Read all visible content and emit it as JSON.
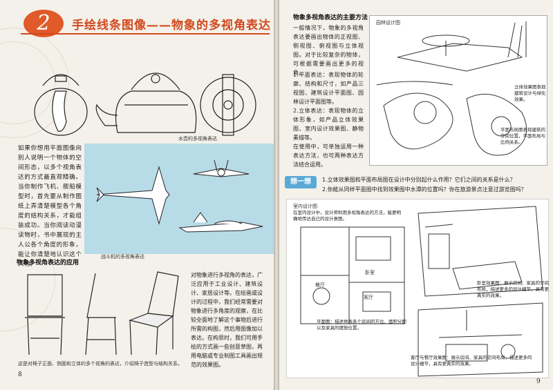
{
  "left_page": {
    "chapter_number": "2",
    "chapter_title": "手绘线条图像——物象的多视角表达",
    "kettle_caption": "水壶的多视角表达",
    "jet_caption": "战斗机的多视角表达",
    "intro_text": "如果你想用平面图像向别人说明一个物体的空间形态，以多个视角表达的方式最直观精确。当你制作飞机、舰船模型时，首先要从制作图纸上弄清楚模型各个角度的结构关系，才能组装成功。当你阅读动漫读物时，书中展现的主人公各个角度的形象，能让你清楚地认识这个人物。",
    "section_heading": "物象多视角表达的应用",
    "application_text": "对物象进行多视角的表达，广泛应用于工业设计、建筑设计、家居设计等。在绘画或设计的过程中，我们经常需要对物象进行多角度的观察，在比较全面地了解这个事物后进行所需的构图，然后用图像加以表达。在构思时，我们可用手绘的方式画一些创意草图，再用电脑或专业制图工具画出规范的效果图。",
    "chair_caption": "这是对椅子正面、侧面和立体的多个视角的表达，介绍椅子造型与结构关系。",
    "page_number": "8"
  },
  "right_page": {
    "section_heading": "物象多视角表达的主要方法",
    "methods_text_1": "一般情况下，物象的多视角表达要画出物体的正视图、侧视图、俯视图与立体视图。对于比较复杂的物体，可根据需要画出更多的视角。",
    "methods_text_2": "1.平面表达：表现物体的轮廓、结构和尺寸，如产品三视图、建筑设计平面图、园林设计平面图等。",
    "methods_text_3": "2.立体表达：表现物体的立体形象，如产品立体效果图、室内设计效果图、静物素描等。",
    "methods_text_4": "在使用中，可单独运用一种表达方法，也可两种表达方法结合运用。",
    "garden_label": "园林设计图",
    "garden_note_1": "立体效果图表现建筑设计与绿化效果。",
    "garden_note_2": "平面布局图表现建筑的空间位置，平面布局与比例关系。",
    "think_tag": "想一想",
    "question_1": "1.立体效果图和平面布局图在设计中分别起什么作用？它们之间的关系是什么？",
    "question_2": "2.你能从同样平面图中找到效果图中水潭的位置吗？你在旅游景点注意过游览图吗？",
    "interior_label": "室内设计图",
    "interior_desc": "在室内设计中，设计师利用多视角表达的方法，能更明确地传达自己的设计意图。",
    "room_label_bedroom": "卧室",
    "room_label_dining": "餐厅",
    "room_label_living": "客厅",
    "bedroom_note": "卧室效果图：展示房间、家具的空间布局，描述更多的设计细节，具有更真实的效果。",
    "plan_note": "平面图：描述地表各个房间的方位、面积分配以及家具的摆放位置。",
    "living_note": "客厅与餐厅效果图：展示房间、家具的空间布局，描述更多的设计细节，具有更真实的效果。",
    "page_number": "9"
  }
}
